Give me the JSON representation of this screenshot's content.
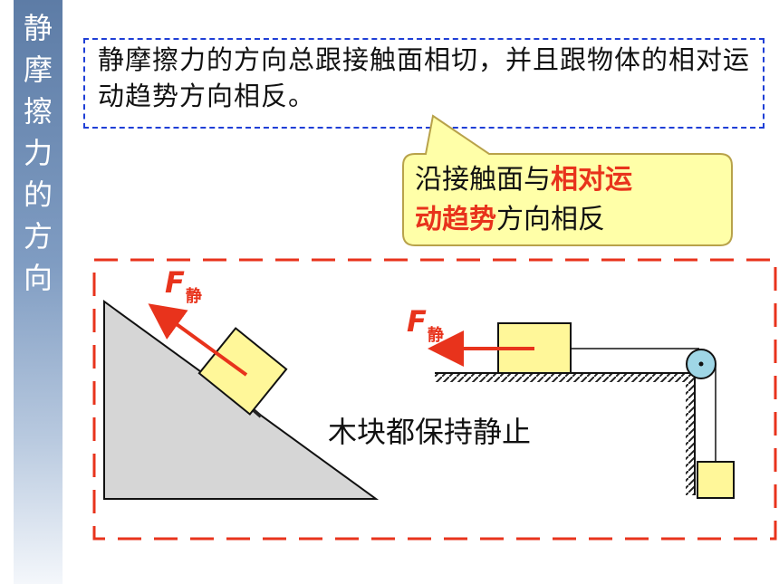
{
  "sidebar": {
    "title": "静\n摩\n擦\n力\n的\n方\n向"
  },
  "definition": {
    "text": "静摩擦力的方向总跟接触面相切，并且跟物体的相对运动趋势方向相反。"
  },
  "callout": {
    "part1": "沿接触面与",
    "highlight1": "相对运",
    "highlight2": "动趋势",
    "part2": "方向相反"
  },
  "diagram": {
    "force_symbol": "F",
    "force_subscript": "静",
    "caption": "木块都保持静止"
  },
  "colors": {
    "accent_red": "#e8331c",
    "dashed_blue": "#1f3fd6",
    "block_fill": "#fff799",
    "callout_fill": "#ffffa8",
    "incline_fill": "#d6d6d6",
    "pulley_fill": "#9fd6e6"
  }
}
